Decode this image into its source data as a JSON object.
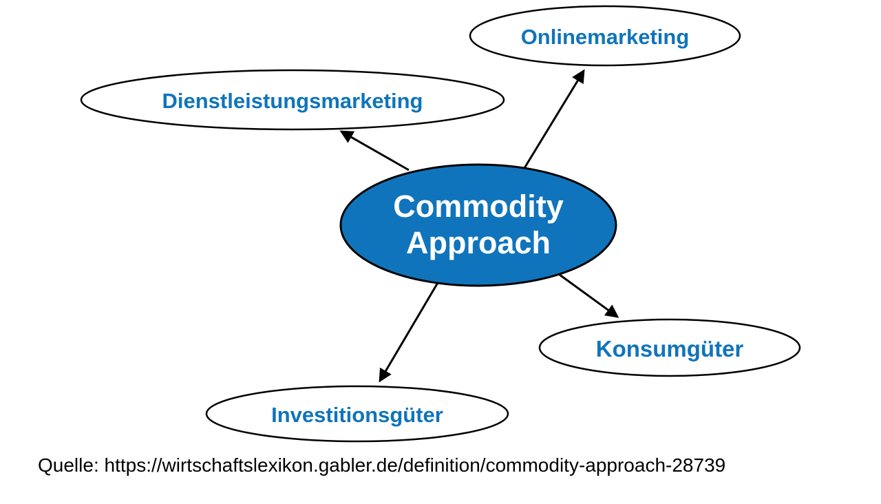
{
  "diagram": {
    "center_node": {
      "label_line1": "Commodity",
      "label_line2": "Approach",
      "fill": "#1074bc",
      "stroke": "#000000",
      "text_color": "#ffffff"
    },
    "node_text_color": "#1074bc",
    "node_fill": "#ffffff",
    "node_stroke": "#000000",
    "edge_color": "#000000",
    "nodes": [
      {
        "id": "onlinemarketing",
        "label": "Onlinemarketing"
      },
      {
        "id": "dienstleistungsmarketing",
        "label": "Dienstleistungsmarketing"
      },
      {
        "id": "konsumgueter",
        "label": "Konsumgüter"
      },
      {
        "id": "investitionsgueter",
        "label": "Investitionsgüter"
      }
    ]
  },
  "footer": {
    "source_text": "Quelle: https://wirtschaftslexikon.gabler.de/definition/commodity-approach-28739"
  }
}
